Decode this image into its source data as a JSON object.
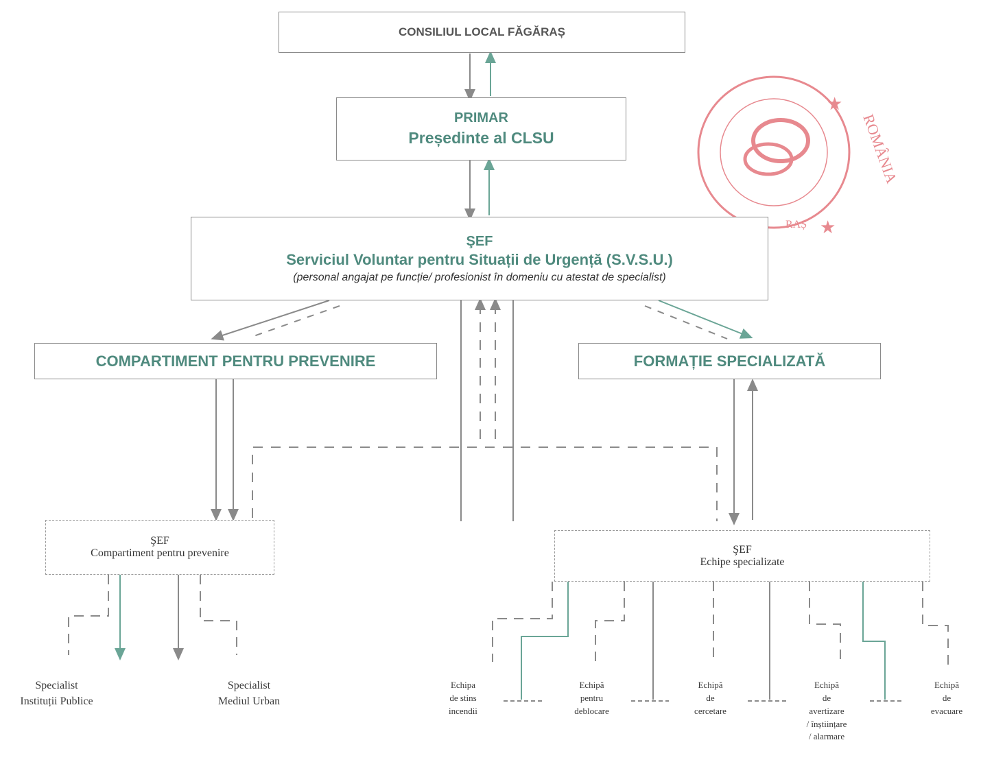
{
  "colors": {
    "teal": "#4f8a7e",
    "stamp": "#e0626a",
    "line": "#8a8a8a"
  },
  "consiliu": {
    "title": "CONSILIUL LOCAL FĂGĂRAȘ"
  },
  "primar": {
    "line1": "PRIMAR",
    "line2": "Președinte al CLSU"
  },
  "sef_svsu": {
    "line1": "ŞEF",
    "line2": "Serviciul Voluntar pentru Situații de Urgență (S.V.S.U.)",
    "line3": "(personal angajat pe funcție/ profesionist în domeniu cu atestat de specialist)"
  },
  "compartiment": {
    "title": "COMPARTIMENT PENTRU PREVENIRE"
  },
  "formatie": {
    "title": "FORMAȚIE SPECIALIZATĂ"
  },
  "sef_compartiment": {
    "line1": "ŞEF",
    "line2": "Compartiment pentru prevenire"
  },
  "sef_echipe": {
    "line1": "ŞEF",
    "line2": "Echipe specializate"
  },
  "specialisti": [
    {
      "l1": "Specialist",
      "l2": "Instituții Publice"
    },
    {
      "l1": "Specialist",
      "l2": "Mediul Urban"
    }
  ],
  "echipe": [
    {
      "lines": [
        "Echipa",
        "de stins",
        "incendii"
      ]
    },
    {
      "lines": [
        "Echipă",
        "pentru",
        "deblocare"
      ]
    },
    {
      "lines": [
        "Echipă",
        "de",
        "cercetare"
      ]
    },
    {
      "lines": [
        "Echipă",
        "de",
        "avertizare",
        "/ înștiințare",
        "/ alarmare"
      ]
    },
    {
      "lines": [
        "Echipă",
        "de",
        "evacuare"
      ]
    }
  ],
  "stamp": {
    "text_outer": "ROMÂNIA",
    "text_bottom": "RAȘ"
  }
}
